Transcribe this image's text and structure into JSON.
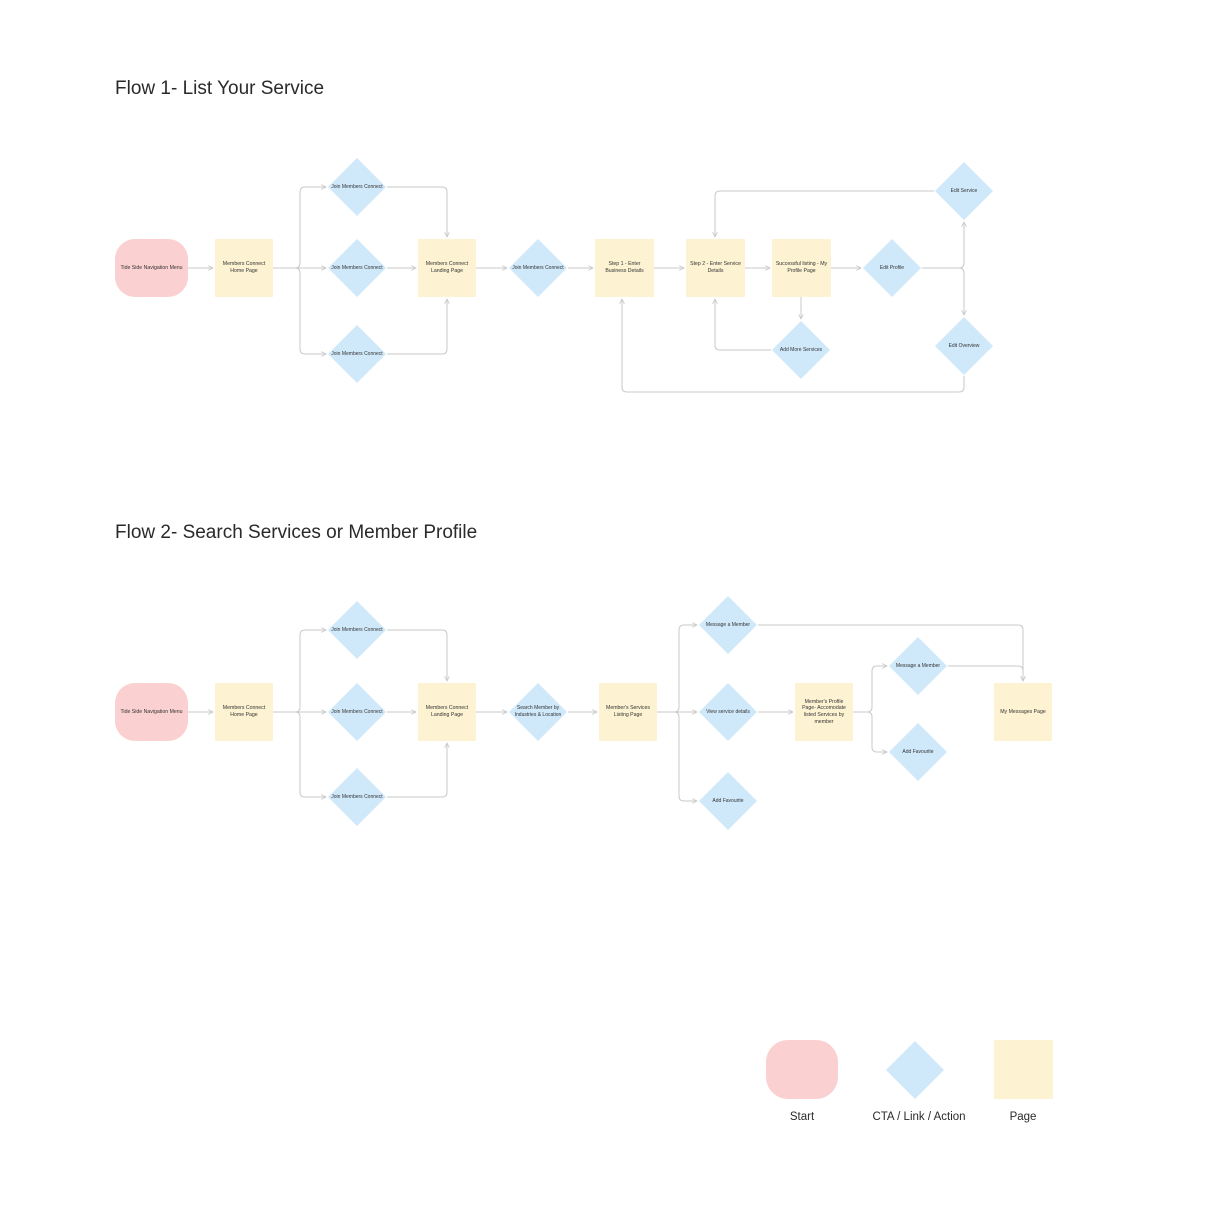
{
  "colors": {
    "start": "#fbd0d0",
    "action": "#cfe9fb",
    "page": "#fdf3d2",
    "connector": "#c9c9c9",
    "title_text": "#2a2a2a"
  },
  "flow1": {
    "title": "Flow 1- List Your Service",
    "nodes": {
      "start": "Tide Side Navigation Menu",
      "home": "Members Connect Home Page",
      "join_top": "Join Members Connect",
      "join_mid": "Join Members Connect",
      "join_bottom": "Join Members Connect",
      "landing": "Members Connect Landing Page",
      "join_cta": "Join Members Connect",
      "step1": "Step 1 - Enter Business Details",
      "step2": "Step 2 - Enter Service Details",
      "success": "Successful listing - My Profile Page",
      "add_more": "Add More Services",
      "edit_profile": "Edit Profile",
      "edit_service": "Edit Service",
      "edit_overview": "Edit Overview"
    }
  },
  "flow2": {
    "title": "Flow 2- Search Services or Member Profile",
    "nodes": {
      "start": "Tide Side Navigation Menu",
      "home": "Members Connect Home Page",
      "join_top": "Join Members Connect",
      "join_mid": "Join Members Connect",
      "join_bottom": "Join Members Connect",
      "landing": "Members Connect Landing Page",
      "search": "Search Member by Industries & Location",
      "listing": "Member's Services Listing Page",
      "message_top": "Message a Member",
      "view_details": "View service details",
      "add_fav_bottom": "Add Favourite",
      "profile": "Member's Profile Page- Accomodate listed Services by member",
      "message_right": "Message a Member",
      "add_fav_right": "Add Favourite",
      "messages_page": "My Messages Page"
    }
  },
  "legend": {
    "start_label": "Start",
    "action_label": "CTA / Link / Action",
    "page_label": "Page"
  }
}
